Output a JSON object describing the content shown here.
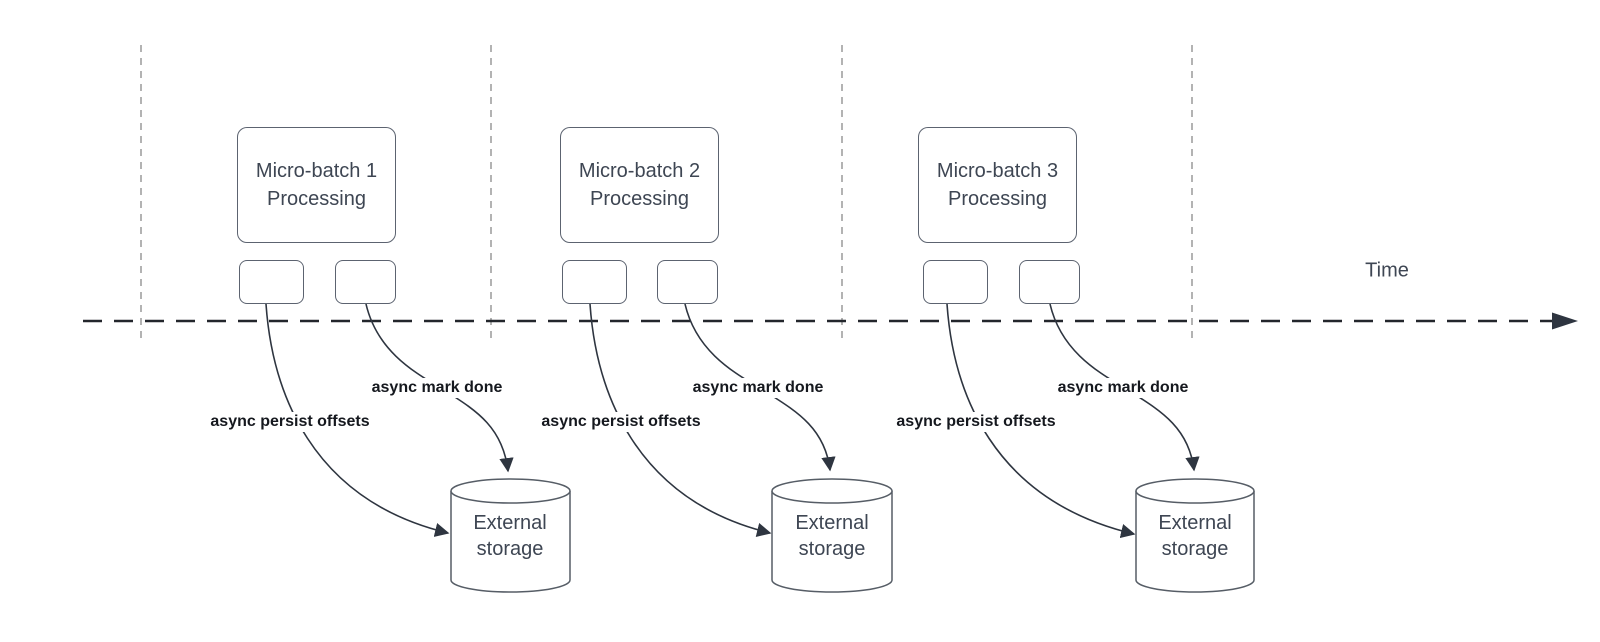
{
  "timeline": {
    "label": "Time"
  },
  "batches": [
    {
      "title_line1": "Micro-batch 1",
      "title_line2": "Processing",
      "persist_label": "async persist offsets",
      "mark_done_label": "async mark done",
      "storage_line1": "External",
      "storage_line2": "storage"
    },
    {
      "title_line1": "Micro-batch 2",
      "title_line2": "Processing",
      "persist_label": "async persist offsets",
      "mark_done_label": "async mark done",
      "storage_line1": "External",
      "storage_line2": "storage"
    },
    {
      "title_line1": "Micro-batch 3",
      "title_line2": "Processing",
      "persist_label": "async persist offsets",
      "mark_done_label": "async mark done",
      "storage_line1": "External",
      "storage_line2": "storage"
    }
  ],
  "colors": {
    "background": "#ffffff",
    "shape_stroke": "#5c6370",
    "cylinder_stroke": "#565d66",
    "arrow": "#2e3540",
    "timeline_line": "#23262c",
    "guide_line": "#b3b3b3",
    "shape_text": "#3e4653",
    "flow_label_text": "#15181e"
  }
}
